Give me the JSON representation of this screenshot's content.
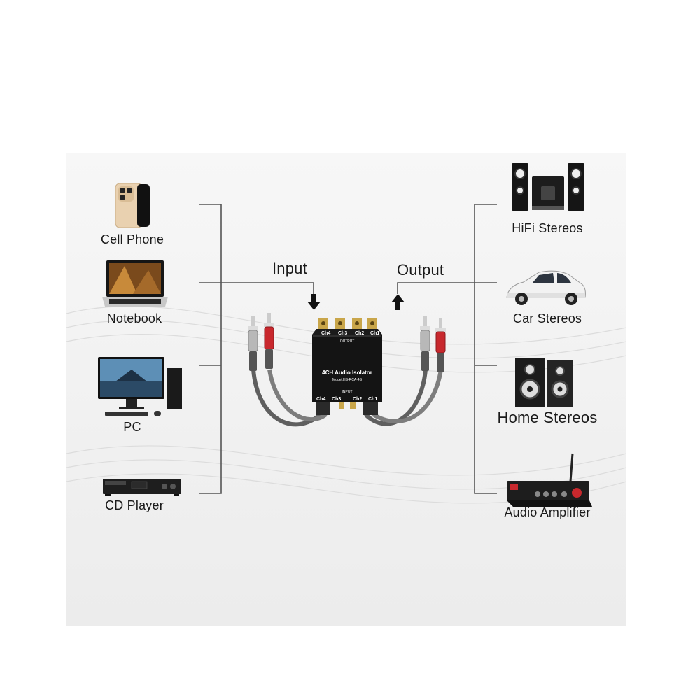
{
  "labels": {
    "input": "Input",
    "output": "Output",
    "device_line1": "4CH Audio Isolator",
    "device_line2": "Model:HS-RCA-4S",
    "device_output": "OUTPUT",
    "device_input": "INPUT"
  },
  "sources": [
    {
      "name": "Cell Phone",
      "icon": "cell-phone-icon"
    },
    {
      "name": "Notebook",
      "icon": "notebook-icon"
    },
    {
      "name": "PC",
      "icon": "pc-icon"
    },
    {
      "name": "CD Player",
      "icon": "cd-player-icon"
    }
  ],
  "destinations": [
    {
      "name": "HiFi Stereos",
      "icon": "hifi-stereo-icon"
    },
    {
      "name": "Car Stereos",
      "icon": "car-icon"
    },
    {
      "name": "Home Stereos",
      "icon": "home-speakers-icon"
    },
    {
      "name": "Audio Amplifier",
      "icon": "amplifier-icon"
    }
  ],
  "channels": [
    "Ch4",
    "Ch3",
    "Ch2",
    "Ch1"
  ],
  "colors": {
    "line": "#555555",
    "device": "#1b1b1b",
    "gold": "#c9a64a",
    "plug_red": "#c8282d",
    "plug_silver": "#b8b8b8",
    "cable": "#6e6e6e"
  }
}
